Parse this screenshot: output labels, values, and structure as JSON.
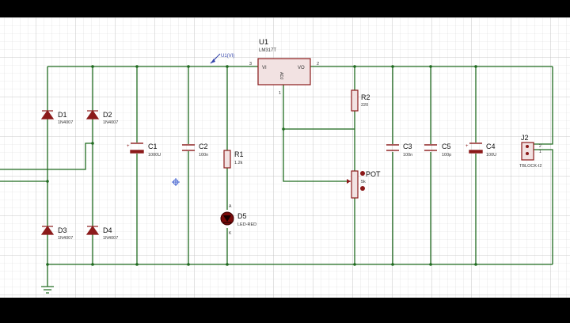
{
  "components": {
    "u1": {
      "ref": "U1",
      "value": "LM317T",
      "pin_vi": "VI",
      "pin_vo": "VO",
      "pin_adj": "ADJ",
      "pin3": "3",
      "pin2": "2",
      "probe": "U1(VI)"
    },
    "d1": {
      "ref": "D1",
      "value": "1N4007"
    },
    "d2": {
      "ref": "D2",
      "value": "1N4007"
    },
    "d3": {
      "ref": "D3",
      "value": "1N4007"
    },
    "d4": {
      "ref": "D4",
      "value": "1N4007"
    },
    "c1": {
      "ref": "C1",
      "value": "1000U"
    },
    "c2": {
      "ref": "C2",
      "value": "100n"
    },
    "r1": {
      "ref": "R1",
      "value": "1.2k"
    },
    "d5": {
      "ref": "D5",
      "value": "LED-RED",
      "pin_a": "A",
      "pin_k": "K"
    },
    "r2": {
      "ref": "R2",
      "value": "220"
    },
    "pot": {
      "ref": "POT",
      "value": "5k"
    },
    "c3": {
      "ref": "C3",
      "value": "100n"
    },
    "c5": {
      "ref": "C5",
      "value": "100p"
    },
    "c4": {
      "ref": "C4",
      "value": "100U"
    },
    "j2": {
      "ref": "J2",
      "value": "TBLOCK-I2",
      "pin1": "1",
      "pin2": "2"
    }
  },
  "colors": {
    "grid_minor": "#d6d6d6",
    "grid_major": "#b8b8b8",
    "background": "#ffffff",
    "wire": "#1f6b1f",
    "component": "#8b1a1a",
    "component_fill": "#f2e2e2",
    "label": "#111111",
    "pin_text": "#333333",
    "junction": "#1f6b1f",
    "probe": "#3344aa",
    "crosshair": "#3355cc"
  }
}
